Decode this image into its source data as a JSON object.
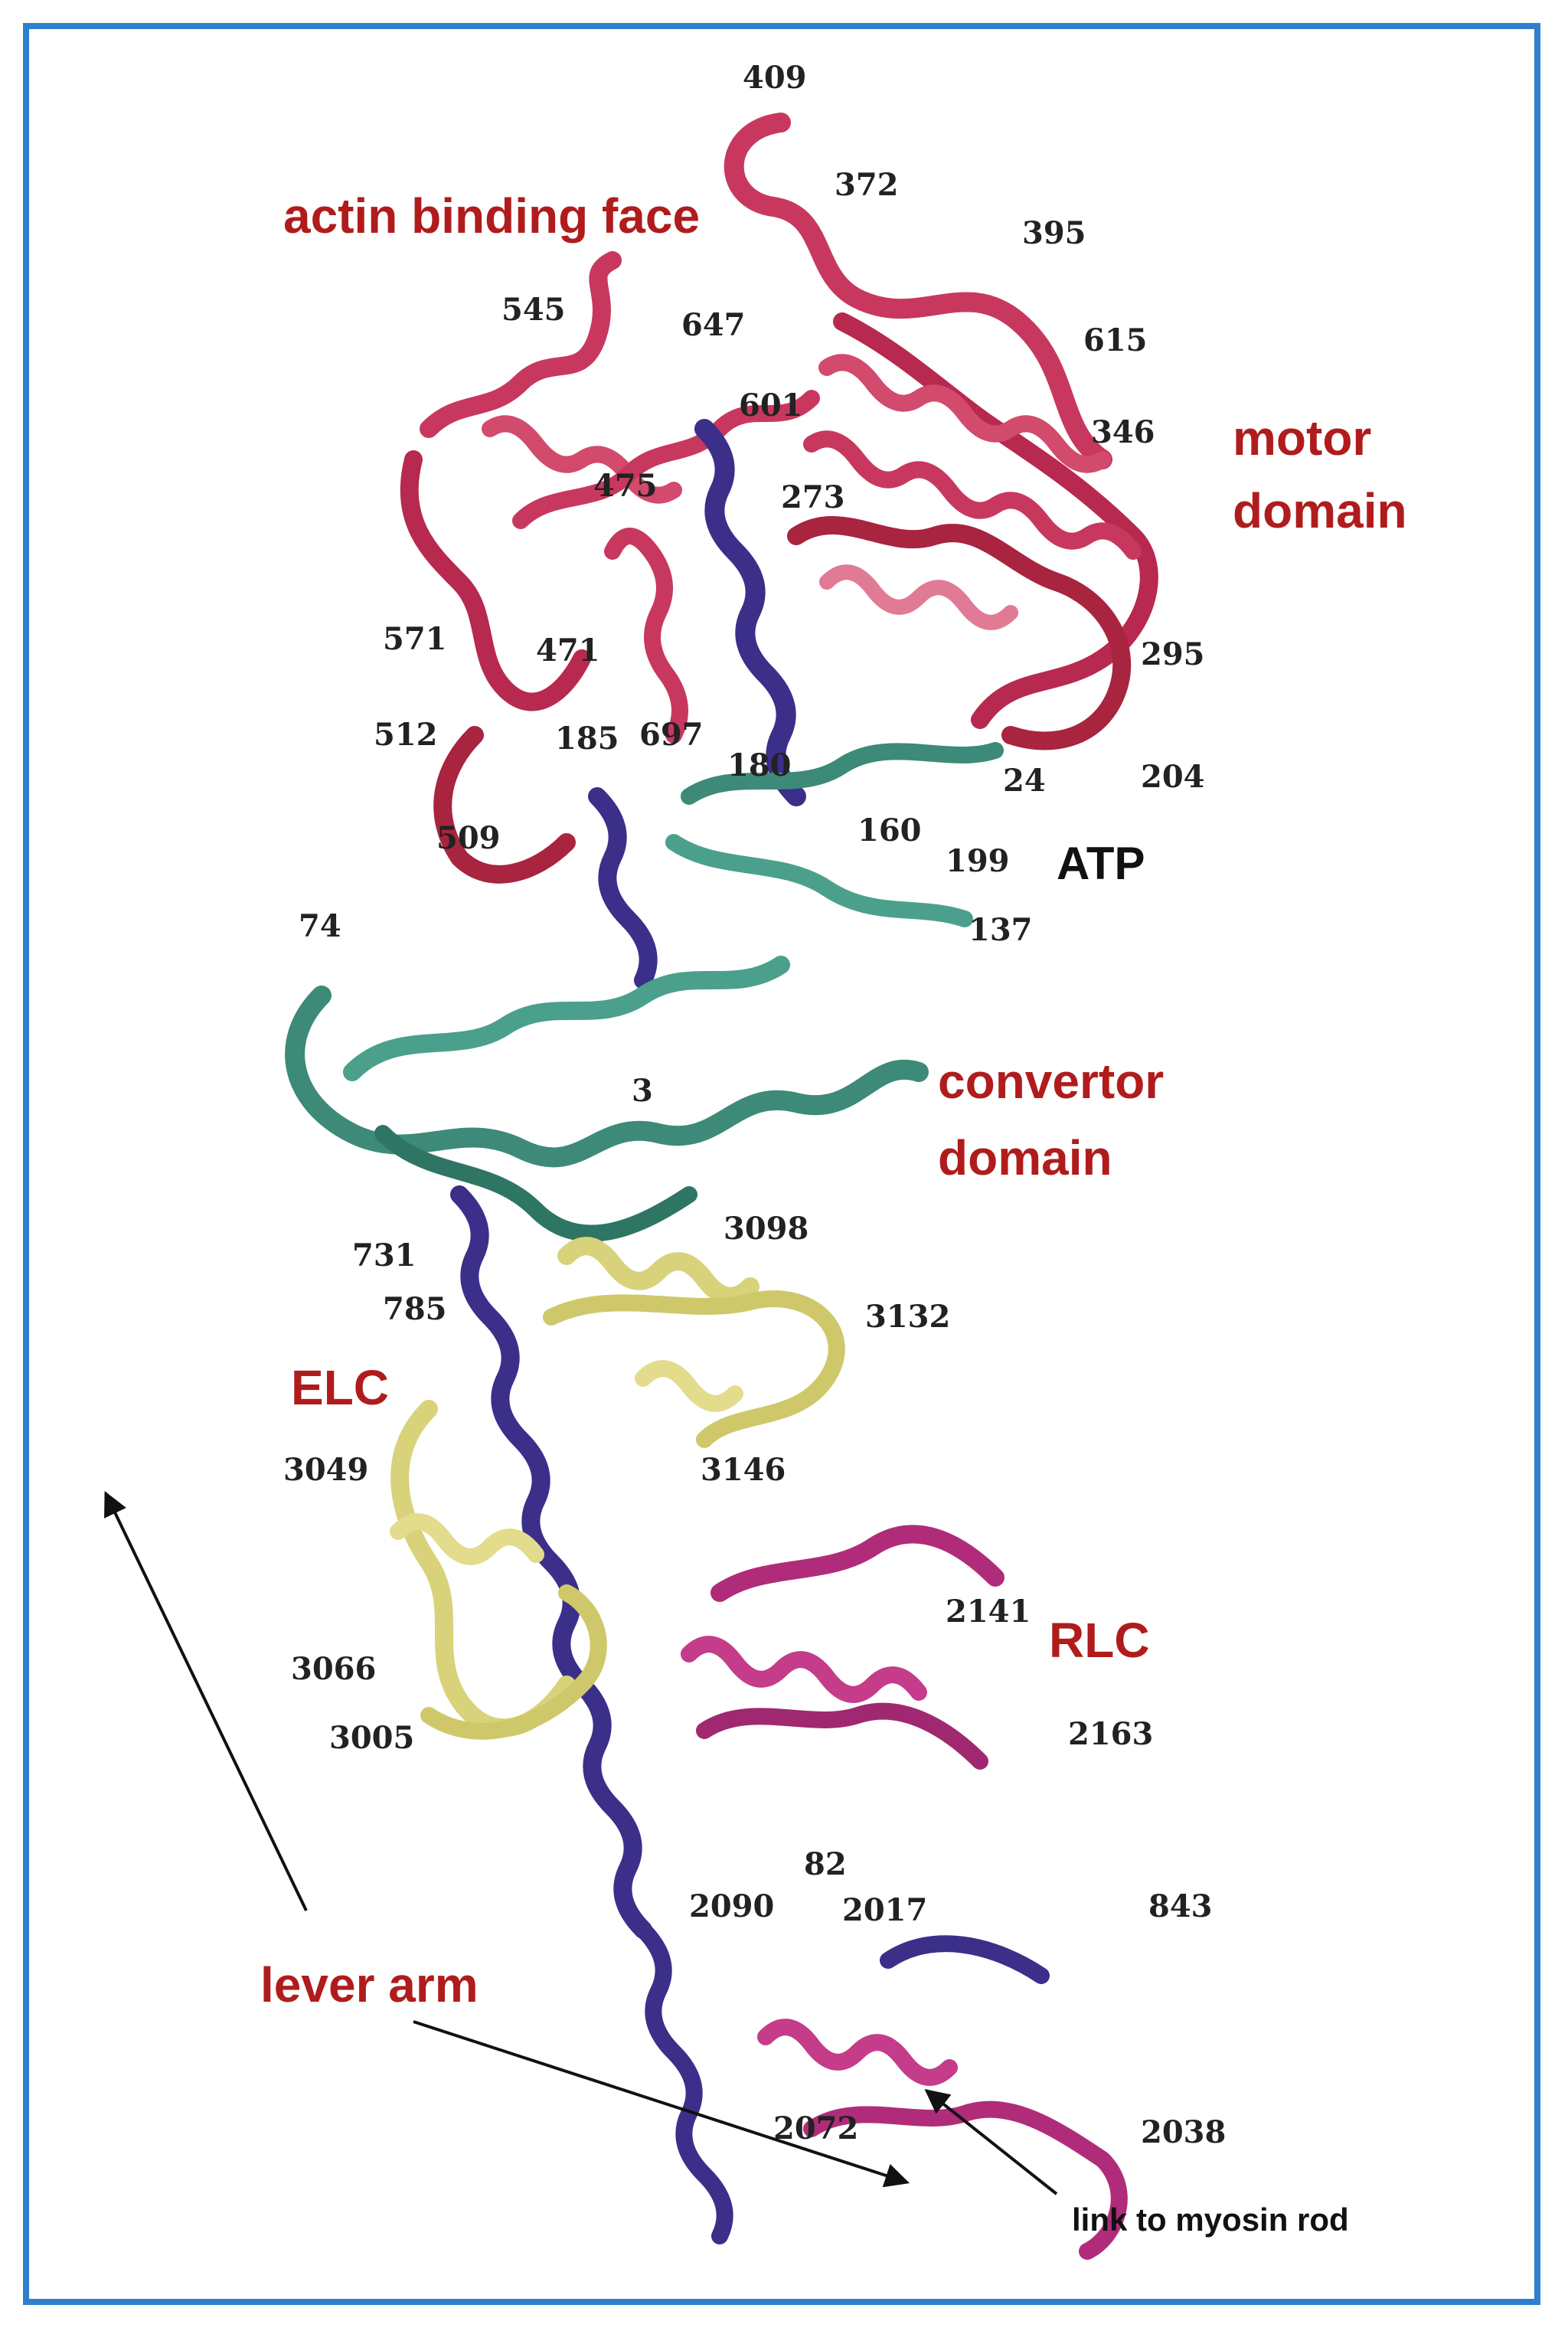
{
  "regions": {
    "actin_binding_face": "actin binding face",
    "motor_domain_line1": "motor",
    "motor_domain_line2": "domain",
    "convertor_line1": "convertor",
    "convertor_line2": "domain",
    "elc": "ELC",
    "rlc": "RLC",
    "lever_arm": "lever arm",
    "atp": "ATP"
  },
  "annotation": {
    "link_to_rod": "link to myosin rod"
  },
  "residues": [
    "409",
    "372",
    "395",
    "545",
    "647",
    "615",
    "601",
    "346",
    "475",
    "273",
    "571",
    "471",
    "295",
    "512",
    "185",
    "697",
    "180",
    "204",
    "24",
    "509",
    "160",
    "199",
    "74",
    "137",
    "3",
    "731",
    "3098",
    "785",
    "3132",
    "3049",
    "3146",
    "3066",
    "2141",
    "3005",
    "2163",
    "82",
    "2090",
    "2017",
    "843",
    "2072",
    "2038"
  ],
  "colors": {
    "motor": "#c8385e",
    "helix_blue": "#3b2f8a",
    "convertor": "#3d8a78",
    "elc": "#d8d27a",
    "rlc": "#b02c7a",
    "label_red": "#b01c1c",
    "frame": "#2f7fce"
  }
}
